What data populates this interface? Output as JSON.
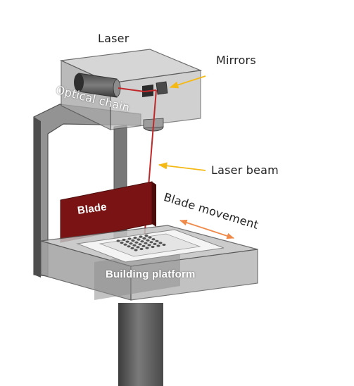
{
  "labels": {
    "laser": "Laser",
    "mirrors": "Mirrors",
    "optical_chain": "Optical chain",
    "laser_beam": "Laser beam",
    "blade": "Blade",
    "blade_movement": "Blade movement",
    "building_platform": "Building platform"
  },
  "colors": {
    "housing_fill": "#bdbdbd",
    "housing_stroke": "#555555",
    "frame_dark": "#5f5f5f",
    "blade": "#7a1414",
    "laser_beam": "#c0282a",
    "callout_arrow_yellow": "#f5b915",
    "movement_arrow_orange": "#f08a4b",
    "text": "#222222",
    "text_on_dark": "#ffffff"
  }
}
